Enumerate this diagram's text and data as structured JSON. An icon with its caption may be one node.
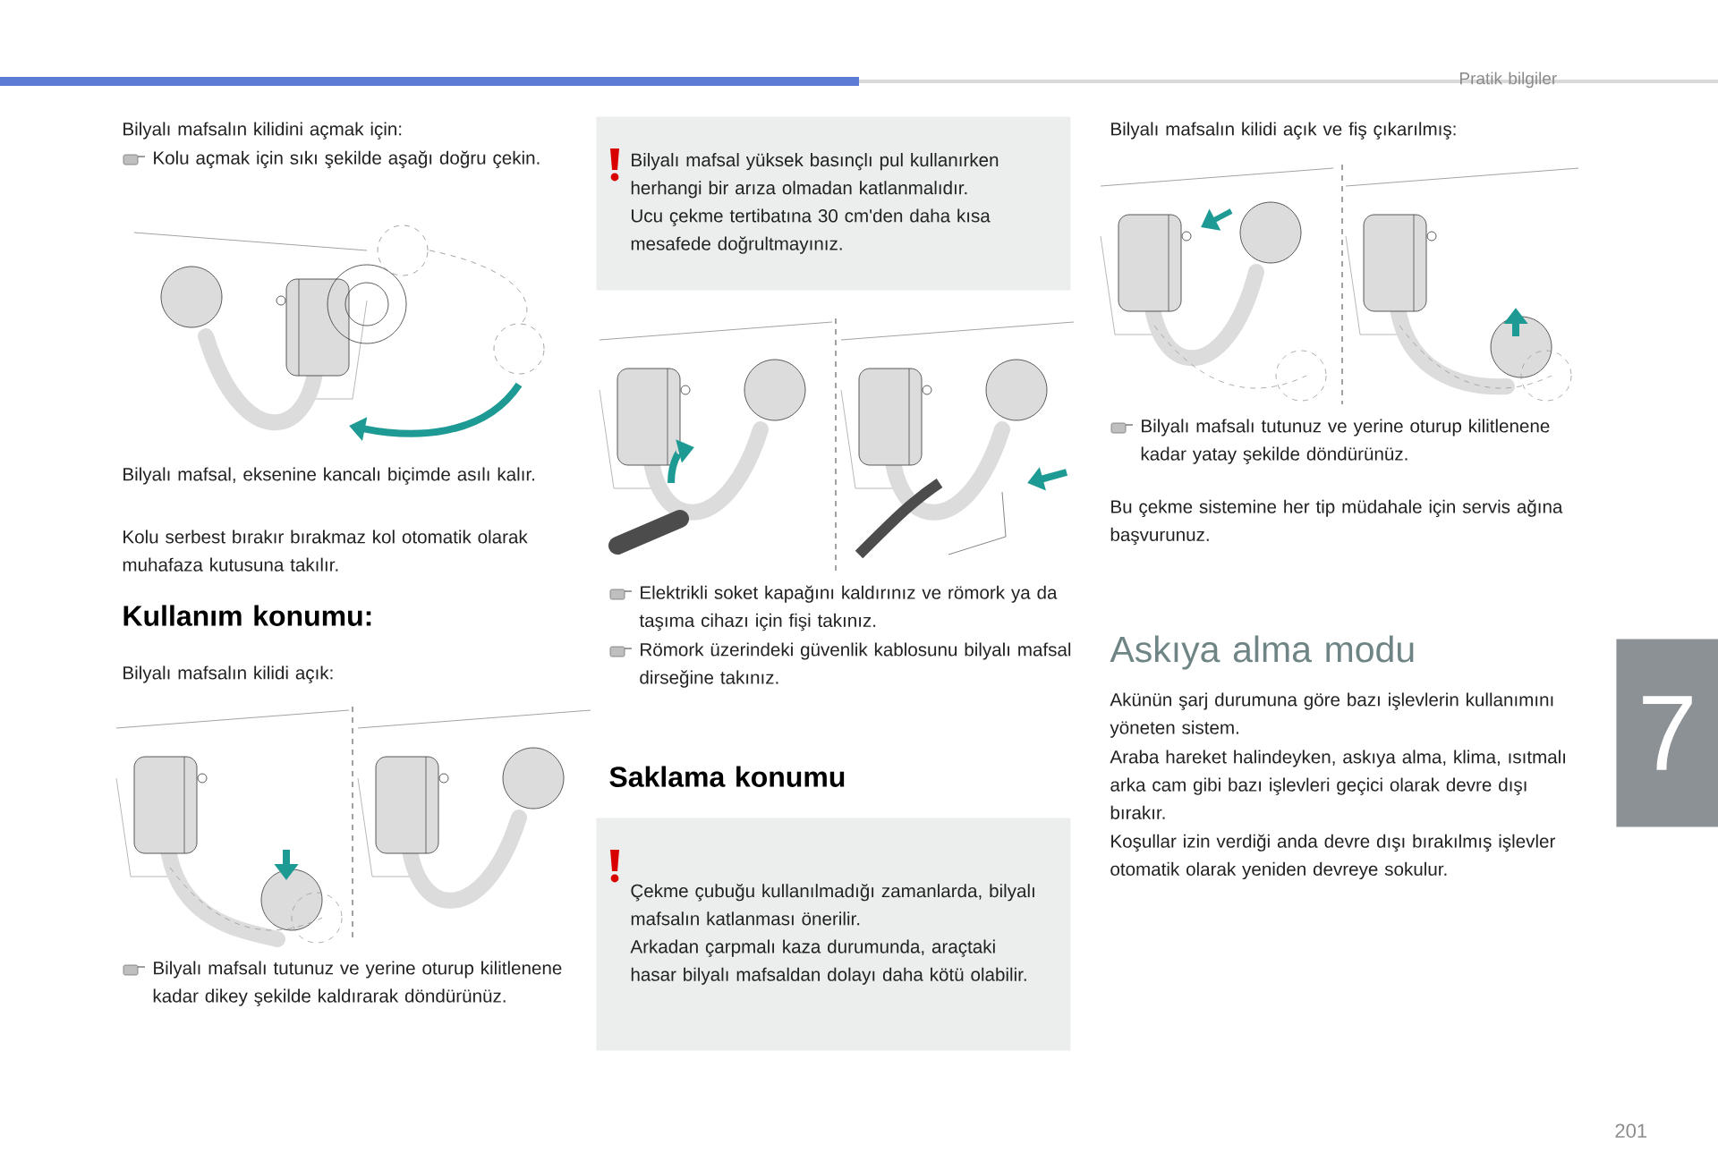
{
  "diagram": {
    "nodes": [
      {
        "text": [
          "Bilyalı mafsal yüksek basınçlı pul kullanırken herhangi bir arıza olmadan katlanmalıdır.",
          "Ucu çekme tertibatına 30 cm'den daha kısa mesafede doğrultmayınız."
        ]
      },
      {
        "text": [
          "Çekme çubuğu kullanılmadığı zamanlarda, bilyalı mafsalın katlanması önerilir.",
          "Arkadan çarpmalı kaza durumunda, araçtaki hasar bilyalı mafsaldan dolayı daha kötü olabilir."
        ]
      },
      {
        "text": [
          "7"
        ]
      }
    ],
    "labels": [
      "Pratik bilgiler",
      "Bilyalı mafsalın kilidini açmak için:",
      "Kolu açmak için sıkı şekilde aşağı doğru çekin.",
      "Bilyalı mafsal, eksenine kancalı biçimde asılı kalır.",
      "Kolu serbest bırakır bırakmaz kol otomatik olarak muhafaza kutusuna takılır.",
      "Kullanım konumu:",
      "Bilyalı mafsalın kilidi açık:",
      "Bilyalı mafsalı tutunuz ve yerine oturup kilitlenene kadar dikey şekilde kaldırarak döndürünüz.",
      "Elektrikli soket kapağını kaldırınız ve römork ya da taşıma cihazı için fişi takınız.",
      "Römork üzerindeki güvenlik kablosunu bilyalı mafsal dirseğine takınız.",
      "Saklama konumu",
      "Bilyalı mafsalın kilidi açık ve fiş çıkarılmış:",
      "Bilyalı mafsalı tutunuz ve yerine oturup kilitlenene kadar yatay şekilde döndürünüz.",
      "Bu çekme sistemine her tip müdahale için servis ağına başvurunuz.",
      "Askıya alma modu",
      "Akünün şarj durumuna göre bazı işlevlerin kullanımını yöneten sistem.",
      "Araba hareket halindeyken, askıya alma, klima, ısıtmalı arka cam gibi bazı işlevleri geçici olarak devre dışı bırakır.",
      "Koşullar izin verdiği anda devre dışı bırakılmış işlevler otomatik olarak yeniden devreye sokulur.",
      "201"
    ]
  }
}
